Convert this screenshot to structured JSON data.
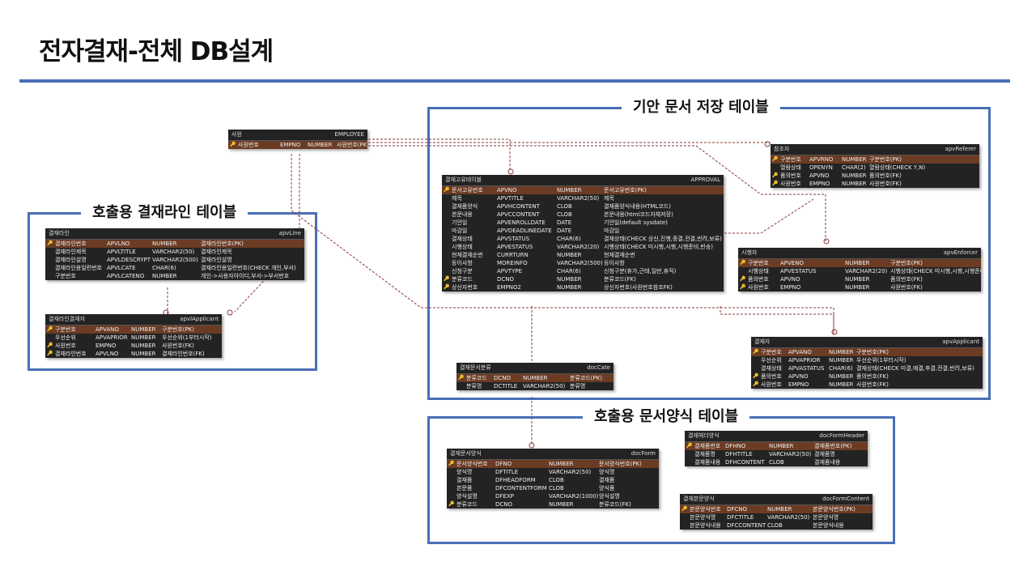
{
  "slide": {
    "title": "전자결재-전체 DB설계",
    "groups": {
      "apv_storage": "기안 문서 저장 테이블",
      "line_call": "호출용 결재라인 테이블",
      "form_call": "호출용 문서양식 테이블"
    }
  },
  "tables": {
    "employee": {
      "name": "사원",
      "physical": "EMPLOYEE",
      "rows": [
        {
          "key": "pk",
          "logical": "사원번호",
          "column": "EMPNO",
          "type": "NUMBER",
          "desc": "사원번호(PK)"
        }
      ]
    },
    "approval": {
      "name": "결재고유테이블",
      "physical": "APPROVAL",
      "rows": [
        {
          "key": "pk",
          "logical": "문서고유번호",
          "column": "APVNO",
          "type": "NUMBER",
          "desc": "문서고유번호(PK)"
        },
        {
          "key": "",
          "logical": "제목",
          "column": "APVTITLE",
          "type": "VARCHAR2(50)",
          "desc": "제목"
        },
        {
          "key": "",
          "logical": "결재품양식",
          "column": "APVHCONTENT",
          "type": "CLOB",
          "desc": "결재품양식내용(HTML코드)"
        },
        {
          "key": "",
          "logical": "본문내용",
          "column": "APVCCONTENT",
          "type": "CLOB",
          "desc": "본문내용(html코드자체저장)"
        },
        {
          "key": "",
          "logical": "기안일",
          "column": "APVENROLLDATE",
          "type": "DATE",
          "desc": "기안일(default sysdate)"
        },
        {
          "key": "",
          "logical": "마감일",
          "column": "APVDEADLINEDATE",
          "type": "DATE",
          "desc": "마감일"
        },
        {
          "key": "",
          "logical": "결재상태",
          "column": "APVSTATUS",
          "type": "CHAR(6)",
          "desc": "결재상태(CHECK 상신,진행,종결,전결,반려,보류)"
        },
        {
          "key": "",
          "logical": "시행상태",
          "column": "APVESTATUS",
          "type": "VARCHAR2(20)",
          "desc": "시행상태(CHECK 미시행,시행,시행준비,반송)"
        },
        {
          "key": "",
          "logical": "현재결재순번",
          "column": "CURRTURN",
          "type": "NUMBER",
          "desc": "현재결재순번"
        },
        {
          "key": "",
          "logical": "등이사항",
          "column": "MOREINFO",
          "type": "VARCHAR2(500)",
          "desc": "등이사항"
        },
        {
          "key": "",
          "logical": "신청구분",
          "column": "APVTYPE",
          "type": "CHAR(6)",
          "desc": "신청구분(휴가,근태,일반,휴직)"
        },
        {
          "key": "fk",
          "logical": "분류코드",
          "column": "DCNO",
          "type": "NUMBER",
          "desc": "분류코드(FK)"
        },
        {
          "key": "fk",
          "logical": "상신자번호",
          "column": "EMPNO2",
          "type": "NUMBER",
          "desc": "상신자번호(사원번호참조FK)"
        }
      ]
    },
    "apvReferer": {
      "name": "참조자",
      "physical": "apvReferer",
      "rows": [
        {
          "key": "pk",
          "logical": "구분번호",
          "column": "APVRNO",
          "type": "NUMBER",
          "desc": "구분번호(PK)"
        },
        {
          "key": "",
          "logical": "열람상태",
          "column": "OPENYN",
          "type": "CHAR(2)",
          "desc": "열람상태(CHECK Y,N)"
        },
        {
          "key": "fk",
          "logical": "품의번호",
          "column": "APVNO",
          "type": "NUMBER",
          "desc": "품의번호(FK)"
        },
        {
          "key": "fk",
          "logical": "사원번호",
          "column": "EMPNO",
          "type": "NUMBER",
          "desc": "사원번호(FK)"
        }
      ]
    },
    "apvEnforcer": {
      "name": "시행자",
      "physical": "apvEnforcer",
      "rows": [
        {
          "key": "pk",
          "logical": "구분번호",
          "column": "APVENO",
          "type": "NUMBER",
          "desc": "구분번호(PK)"
        },
        {
          "key": "",
          "logical": "시행상태",
          "column": "APVESTATUS",
          "type": "VARCHAR2(20)",
          "desc": "시행상태(CHECK 미시행,시행,시행준비,반송)"
        },
        {
          "key": "fk",
          "logical": "품의번호",
          "column": "APVNO",
          "type": "NUMBER",
          "desc": "품의번호(FK)"
        },
        {
          "key": "fk",
          "logical": "사원번호",
          "column": "EMPNO",
          "type": "NUMBER",
          "desc": "사원번호(FK)"
        }
      ]
    },
    "apvApplicant": {
      "name": "결재자",
      "physical": "apvApplicant",
      "rows": [
        {
          "key": "pk",
          "logical": "구분번호",
          "column": "APVANO",
          "type": "NUMBER",
          "desc": "구분번호(PK)"
        },
        {
          "key": "",
          "logical": "우선순위",
          "column": "APVAPRIOR",
          "type": "NUMBER",
          "desc": "우선순위(1부터시작)"
        },
        {
          "key": "",
          "logical": "결재상태",
          "column": "APVASTATUS",
          "type": "CHAR(6)",
          "desc": "결재상태(CHECK 미결,예결,후결,전결,반려,보류)"
        },
        {
          "key": "fk",
          "logical": "품의번호",
          "column": "APVNO",
          "type": "NUMBER",
          "desc": "품의번호(FK)"
        },
        {
          "key": "fk",
          "logical": "사원번호",
          "column": "EMPNO",
          "type": "NUMBER",
          "desc": "사원번호(FK)"
        }
      ]
    },
    "docCate": {
      "name": "결재문서분류",
      "physical": "docCate",
      "rows": [
        {
          "key": "pk",
          "logical": "분류코드",
          "column": "DCNO",
          "type": "NUMBER",
          "desc": "분류코드(PK)"
        },
        {
          "key": "",
          "logical": "분류명",
          "column": "DCTITLE",
          "type": "VARCHAR2(50)",
          "desc": "분류명"
        }
      ]
    },
    "apvLine": {
      "name": "결재라인",
      "physical": "apvLine",
      "rows": [
        {
          "key": "pk",
          "logical": "결재라인번호",
          "column": "APVLNO",
          "type": "NUMBER",
          "desc": "결재라인번호(PK)"
        },
        {
          "key": "",
          "logical": "결재라인제목",
          "column": "APVLTITLE",
          "type": "VARCHAR2(50)",
          "desc": "결재라인제목"
        },
        {
          "key": "",
          "logical": "결재라인설명",
          "column": "APVLDESCRYPT",
          "type": "VARCHAR2(500)",
          "desc": "결재라인설명"
        },
        {
          "key": "",
          "logical": "결재라인용일련번호",
          "column": "APVLCATE",
          "type": "CHAR(6)",
          "desc": "결재라인용일련번호(CHECK 개인,부서)"
        },
        {
          "key": "",
          "logical": "구분번호",
          "column": "APVLCATENO",
          "type": "NUMBER",
          "desc": "개인->사용자아이디,부서->부서번호"
        }
      ]
    },
    "apvlApplicant": {
      "name": "결재라인결재자",
      "physical": "apvlApplicant",
      "rows": [
        {
          "key": "pk",
          "logical": "구분번호",
          "column": "APVANO",
          "type": "NUMBER",
          "desc": "구분번호(PK)"
        },
        {
          "key": "",
          "logical": "우선순위",
          "column": "APVAPRIOR",
          "type": "NUMBER",
          "desc": "우선순위(1부터시작)"
        },
        {
          "key": "fk",
          "logical": "사원번호",
          "column": "EMPNO",
          "type": "NUMBER",
          "desc": "사원번호(FK)"
        },
        {
          "key": "fk",
          "logical": "결재라인번호",
          "column": "APVLNO",
          "type": "NUMBER",
          "desc": "결재라인번호(FK)"
        }
      ]
    },
    "docForm": {
      "name": "결재문서양식",
      "physical": "docForm",
      "rows": [
        {
          "key": "pk",
          "logical": "문서양식번호",
          "column": "DFNO",
          "type": "NUMBER",
          "desc": "문서양식번호(PK)"
        },
        {
          "key": "",
          "logical": "양식명",
          "column": "DFTITLE",
          "type": "VARCHAR2(50)",
          "desc": "양식명"
        },
        {
          "key": "",
          "logical": "결재품",
          "column": "DFHEADFORM",
          "type": "CLOB",
          "desc": "결재품"
        },
        {
          "key": "",
          "logical": "본문품",
          "column": "DFCONTENTFORM",
          "type": "CLOB",
          "desc": "양식품"
        },
        {
          "key": "",
          "logical": "양식설명",
          "column": "DFEXP",
          "type": "VARCHAR2(1000)",
          "desc": "양식설명"
        },
        {
          "key": "fk",
          "logical": "분류코드",
          "column": "DCNO",
          "type": "NUMBER",
          "desc": "분류코드(FK)"
        }
      ]
    },
    "docFormHeader": {
      "name": "결재헤더양식",
      "physical": "docFormHeader",
      "rows": [
        {
          "key": "pk",
          "logical": "결재품번호",
          "column": "DFHNO",
          "type": "NUMBER",
          "desc": "결재품번호(PK)"
        },
        {
          "key": "",
          "logical": "결재품명",
          "column": "DFHTITLE",
          "type": "VARCHAR2(50)",
          "desc": "결재품명"
        },
        {
          "key": "",
          "logical": "결재품내용",
          "column": "DFHCONTENT",
          "type": "CLOB",
          "desc": "결재품내용"
        }
      ]
    },
    "docFormContent": {
      "name": "결재본문양식",
      "physical": "docFormContent",
      "rows": [
        {
          "key": "pk",
          "logical": "본문양식번호",
          "column": "DFCNO",
          "type": "NUMBER",
          "desc": "본문양식번호(PK)"
        },
        {
          "key": "",
          "logical": "본문양식명",
          "column": "DFCTITLE",
          "type": "VARCHAR2(50)",
          "desc": "본문양식명"
        },
        {
          "key": "",
          "logical": "본문양식내용",
          "column": "DFCCONTENT",
          "type": "CLOB",
          "desc": "본문양식내용"
        }
      ]
    }
  },
  "colors": {
    "accent_blue": "#4a6fb6",
    "table_bg": "#232323",
    "pk_row": "#6b3b24",
    "relation_line": "#8b3a3a",
    "pk_key_icon": "#e0b030",
    "fk_key_icon": "#c9a6d8"
  },
  "icons": {
    "pk": "pk-key-icon",
    "fk": "fk-key-icon"
  }
}
